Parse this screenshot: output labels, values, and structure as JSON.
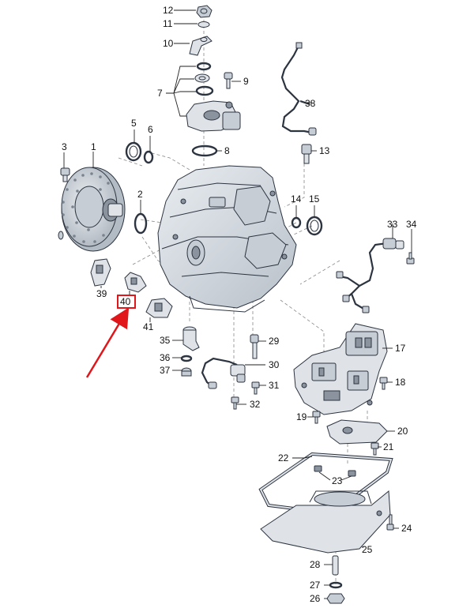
{
  "callouts": {
    "p1": "1",
    "p2": "2",
    "p3": "3",
    "p5": "5",
    "p6": "6",
    "p7": "7",
    "p8": "8",
    "p9": "9",
    "p10": "10",
    "p11": "11",
    "p12": "12",
    "p13": "13",
    "p14": "14",
    "p15": "15",
    "p17": "17",
    "p18": "18",
    "p19": "19",
    "p20": "20",
    "p21": "21",
    "p22": "22",
    "p23": "23",
    "p24": "24",
    "p25": "25",
    "p26": "26",
    "p27": "27",
    "p28": "28",
    "p29": "29",
    "p30": "30",
    "p31": "31",
    "p32": "32",
    "p33": "33",
    "p34": "34",
    "p35": "35",
    "p36": "36",
    "p37": "37",
    "p38": "38",
    "p39": "39",
    "p40": "40",
    "p41": "41"
  },
  "highlight": {
    "part": "40",
    "box_color": "#e0161b",
    "arrow_color": "#e0161b"
  }
}
